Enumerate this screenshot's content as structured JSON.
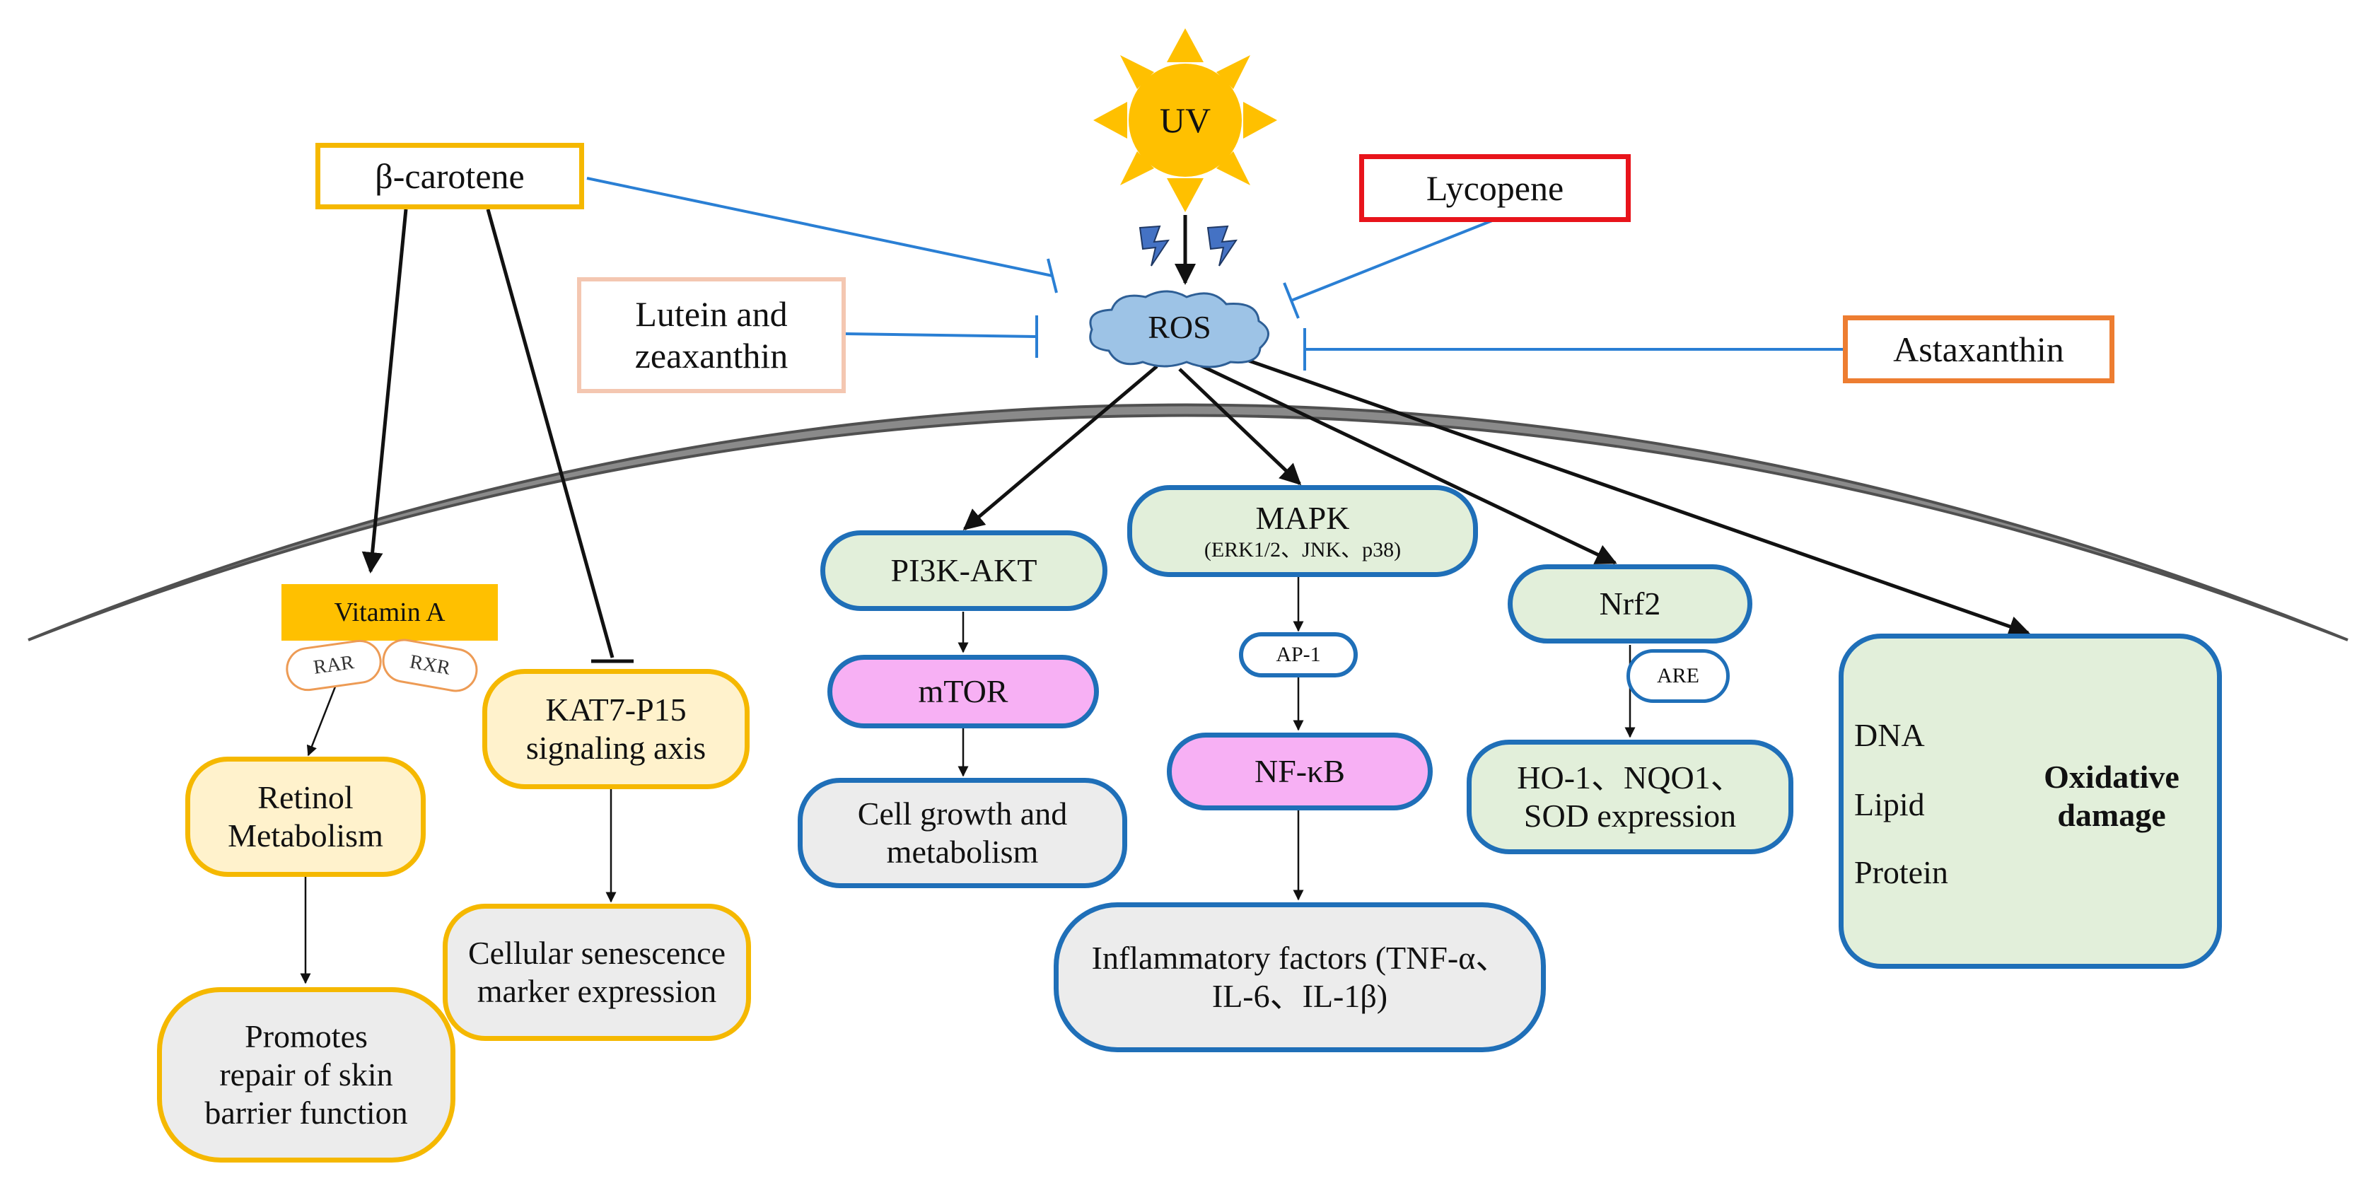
{
  "colors": {
    "blue_line": "#2a7fd4",
    "dark_line": "#111111",
    "box_blue": "#1f6fb8",
    "box_yellow": "#f5b800",
    "green_fill": "#e2efda",
    "pink_fill": "#f7b0f4",
    "grey_fill": "#ececec",
    "cream_fill": "#fff2cc",
    "ros_fill": "#9dc3e6",
    "sun": "#ffc000",
    "red": "#e8141b",
    "orange": "#ed7d31",
    "peach": "#f4c7b1"
  },
  "sun": {
    "label": "UV"
  },
  "ros": {
    "label": "ROS"
  },
  "carotenoids": {
    "beta_carotene": "β-carotene",
    "lycopene": "Lycopene",
    "lutein_line1": "Lutein and",
    "lutein_line2": "zeaxanthin",
    "astaxanthin": "Astaxanthin"
  },
  "left_pathway": {
    "vitamin_a": "Vitamin A",
    "rar": "RAR",
    "rxr": "RXR",
    "retinol_line1": "Retinol",
    "retinol_line2": "Metabolism",
    "repair_line1": "Promotes",
    "repair_line2": "repair of skin",
    "repair_line3": "barrier function",
    "kat7_line1": "KAT7-P15",
    "kat7_line2": "signaling  axis",
    "senescence_line1": "Cellular senescence",
    "senescence_line2": "marker expression"
  },
  "pi3k_pathway": {
    "pi3k": "PI3K-AKT",
    "mtor": "mTOR",
    "growth_line1": "Cell growth and",
    "growth_line2": "metabolism"
  },
  "mapk_pathway": {
    "mapk": "MAPK",
    "mapk_sub": "(ERK1/2、JNK、p38)",
    "ap1": "AP-1",
    "nfkb": "NF-κB",
    "inflam_line1": "Inflammatory  factors (TNF-α、",
    "inflam_line2": "IL-6、IL-1β)"
  },
  "nrf2_pathway": {
    "nrf2": "Nrf2",
    "are": "ARE",
    "ho1_line1": "HO-1、NQO1、",
    "ho1_line2": "SOD expression"
  },
  "oxidative": {
    "dna": "DNA",
    "lipid": "Lipid",
    "protein": "Protein",
    "label_line1": "Oxidative",
    "label_line2": "damage"
  }
}
